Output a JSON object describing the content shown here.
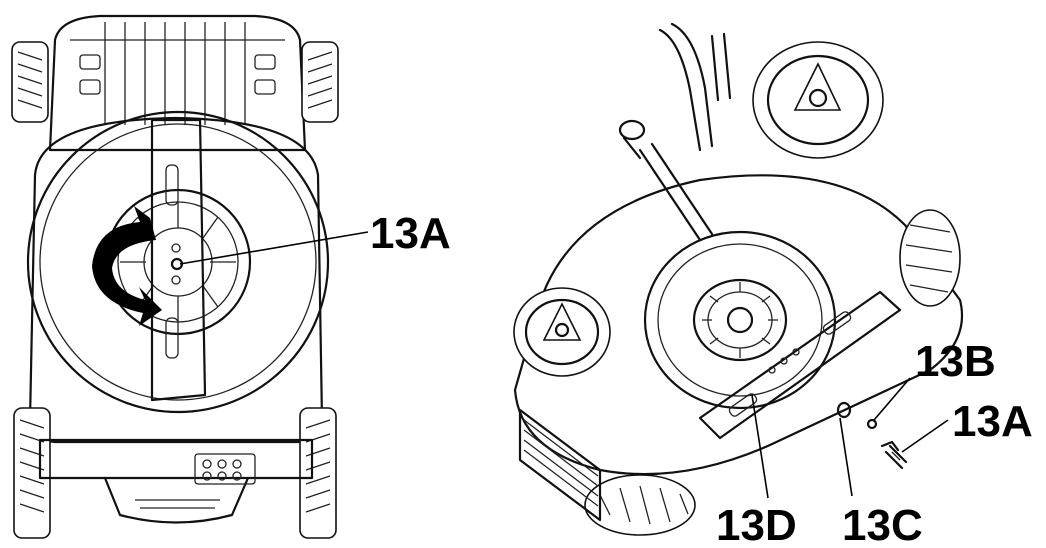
{
  "callouts": {
    "left_blade_bolt": "13A",
    "right_bolt": "13A",
    "washer_13b": "13B",
    "spacer_13c": "13C",
    "blade_13d": "13D"
  },
  "colors": {
    "line": "#111111",
    "arrow": "#000000",
    "background": "#ffffff"
  },
  "icons": {
    "rotation": "curved-arrow-icon"
  }
}
